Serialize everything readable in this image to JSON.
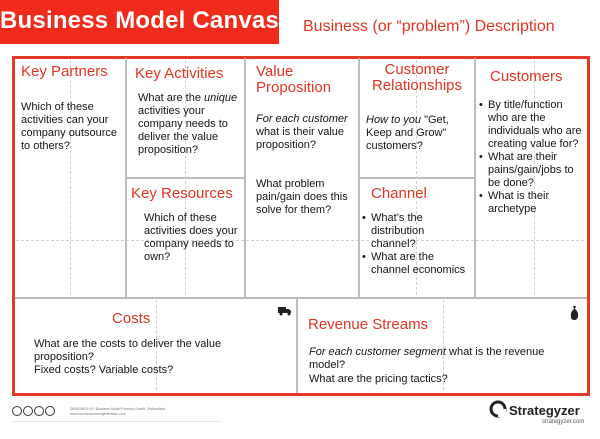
{
  "header": {
    "title": "Business Model Canvas",
    "description": "Business (or “problem”) Description"
  },
  "key_partners": {
    "heading": "Key Partners",
    "text": "Which of these activities can your company outsource to others?"
  },
  "key_activities": {
    "heading": "Key Activities",
    "text_before": "What are the ",
    "text_em": "unique",
    "text_after": " activities your company needs to deliver the value proposition?"
  },
  "key_resources": {
    "heading": "Key Resources",
    "text": "Which of these activities does your company needs to own?"
  },
  "value_proposition": {
    "heading": "Value Proposition",
    "text_em": "For each customer",
    "text_after": " what is their value proposition?",
    "text2": "What problem pain/gain does this solve for them?"
  },
  "customer_relationships": {
    "heading": "Customer Relationships",
    "text_em": "How to you",
    "text_after": " \"Get, Keep and Grow\" customers?"
  },
  "channel": {
    "heading": "Channel",
    "items": [
      "What’s the distribution channel?",
      "What are the channel economics"
    ]
  },
  "customers": {
    "heading": "Customers",
    "items": [
      "By title/function who are the individuals who are creating value for?",
      "What are their pains/gain/jobs to be done?",
      "What is their archetype"
    ]
  },
  "costs": {
    "heading": "Costs",
    "text": "What are the costs to deliver the value proposition?",
    "text2": "Fixed costs? Variable costs?"
  },
  "revenue_streams": {
    "heading": "Revenue Streams",
    "text_em": "For each customer segment",
    "text_after": " what is the revenue model?",
    "text2": "What are the pricing tactics?"
  },
  "footer": {
    "designed_by": "DESIGNED BY: Business Model Foundry GmbH, Switzerland",
    "site": "www.businessmodelgeneration.com",
    "brand": "Strategyzer",
    "brand_url": "strategyzer.com"
  },
  "icons": {
    "cost_icon": "truck-icon",
    "revenue_icon": "money-bag-icon",
    "license_icons": "creative-commons-icons",
    "brand_logo": "strategyzer-logo-icon"
  },
  "colors": {
    "accent": "#e23522",
    "title_bg": "#f02b1b",
    "border": "#e23a27"
  }
}
